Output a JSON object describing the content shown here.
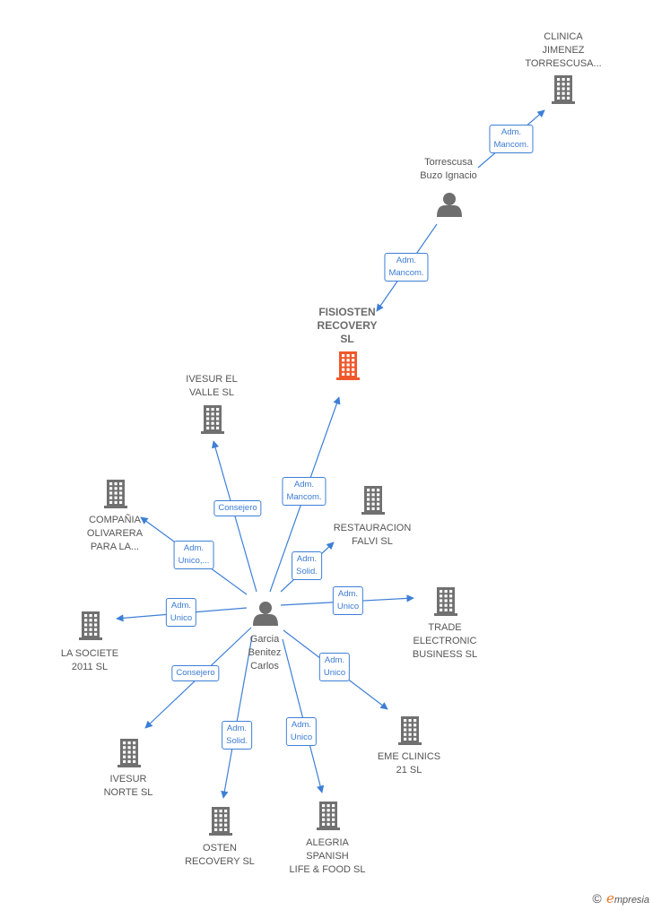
{
  "nodes": [
    {
      "id": "clinica",
      "kind": "company",
      "label": "CLINICA\nJIMENEZ\nTORRESCUSA..."
    },
    {
      "id": "torrescusa",
      "kind": "person",
      "label": "Torrescusa\nBuzo Ignacio"
    },
    {
      "id": "fisiosten",
      "kind": "company-main",
      "label": "FISIOSTEN\nRECOVERY\nSL"
    },
    {
      "id": "ivesur_valle",
      "kind": "company",
      "label": "IVESUR EL\nVALLE  SL"
    },
    {
      "id": "compania",
      "kind": "company",
      "label": "COMPAÑIA\nOLIVARERA\nPARA LA..."
    },
    {
      "id": "restauracion",
      "kind": "company",
      "label": "RESTAURACION\nFALVI SL"
    },
    {
      "id": "la_societe",
      "kind": "company",
      "label": "LA SOCIETE\n2011 SL"
    },
    {
      "id": "garcia",
      "kind": "person",
      "label": "Garcia\nBenitez\nCarlos"
    },
    {
      "id": "trade",
      "kind": "company",
      "label": "TRADE\nELECTRONIC\nBUSINESS SL"
    },
    {
      "id": "eme",
      "kind": "company",
      "label": "EME CLINICS\n21  SL"
    },
    {
      "id": "ivesur_norte",
      "kind": "company",
      "label": "IVESUR\nNORTE  SL"
    },
    {
      "id": "osten",
      "kind": "company",
      "label": "OSTEN\nRECOVERY  SL"
    },
    {
      "id": "alegria",
      "kind": "company",
      "label": "ALEGRIA\nSPANISH\nLIFE & FOOD SL"
    }
  ],
  "edges": [
    {
      "from": "torrescusa",
      "to": "clinica",
      "label": "Adm.\nMancom."
    },
    {
      "from": "torrescusa",
      "to": "fisiosten",
      "label": "Adm.\nMancom."
    },
    {
      "from": "garcia",
      "to": "fisiosten",
      "label": "Adm.\nMancom."
    },
    {
      "from": "garcia",
      "to": "ivesur_valle",
      "label": "Consejero"
    },
    {
      "from": "garcia",
      "to": "compania",
      "label": "Adm.\nUnico,..."
    },
    {
      "from": "garcia",
      "to": "restauracion",
      "label": "Adm.\nSolid."
    },
    {
      "from": "garcia",
      "to": "trade",
      "label": "Adm.\nUnico"
    },
    {
      "from": "garcia",
      "to": "la_societe",
      "label": "Adm.\nUnico"
    },
    {
      "from": "garcia",
      "to": "ivesur_norte",
      "label": "Consejero"
    },
    {
      "from": "garcia",
      "to": "eme",
      "label": "Adm.\nUnico"
    },
    {
      "from": "garcia",
      "to": "osten",
      "label": "Adm.\nSolid."
    },
    {
      "from": "garcia",
      "to": "alegria",
      "label": "Adm.\nUnico"
    }
  ],
  "colors": {
    "edge": "#3d7fd6",
    "company_icon": "#707070",
    "main_icon": "#f0572a",
    "person_icon": "#6e6e6e"
  },
  "footer": {
    "copyright": "©",
    "brand_initial": "e",
    "brand_rest": "mpresia"
  }
}
